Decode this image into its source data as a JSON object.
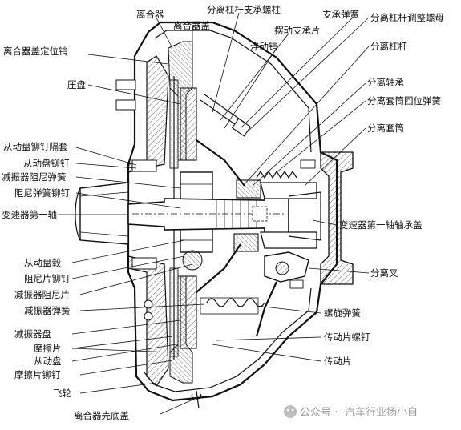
{
  "labels": {
    "clutch": "离合器",
    "clutch_cover": "离合器盖",
    "release_lever_bolt": "分离杠杆支承螺柱",
    "support_spring": "支承弹簧",
    "lever_adjust_nut": "分离杠杆调整螺母",
    "cover_locating_pin": "离合器盖定位销",
    "swing_support_plate": "摆动支承片",
    "floating_pin": "浮动销",
    "release_lever": "分离杠杆",
    "pressure_plate": "压盘",
    "release_bearing": "分离轴承",
    "sleeve_return_spring": "分离套筒回位弹簧",
    "release_sleeve": "分离套筒",
    "driven_rivet_spacer": "从动盘铆钉隔套",
    "driven_rivet": "从动盘铆钉",
    "damper_spring_small": "减振器阻尼弹簧",
    "damper_spring_rivet": "阻尼弹簧铆钉",
    "input_shaft": "变速器第一轴",
    "input_shaft_cap": "变速器第一轴轴承盖",
    "driven_hub": "从动盘毂",
    "damper_plate_rivet": "阻尼片铆钉",
    "release_fork": "分离叉",
    "damper_plate": "减振器阻尼片",
    "damper_spring": "减振器弹簧",
    "coil_spring": "螺旋弹簧",
    "damper_disc": "减振器盘",
    "drive_plate_bolt": "传动片螺钉",
    "friction_plate": "摩擦片",
    "driven_disc": "从动盘",
    "drive_plate": "传动片",
    "friction_rivet": "摩擦片铆钉",
    "flywheel": "飞轮",
    "bottom_cover": "离合器壳底盖"
  },
  "watermark": {
    "prefix": "公众号 · ",
    "name": "汽车行业扬小自"
  }
}
